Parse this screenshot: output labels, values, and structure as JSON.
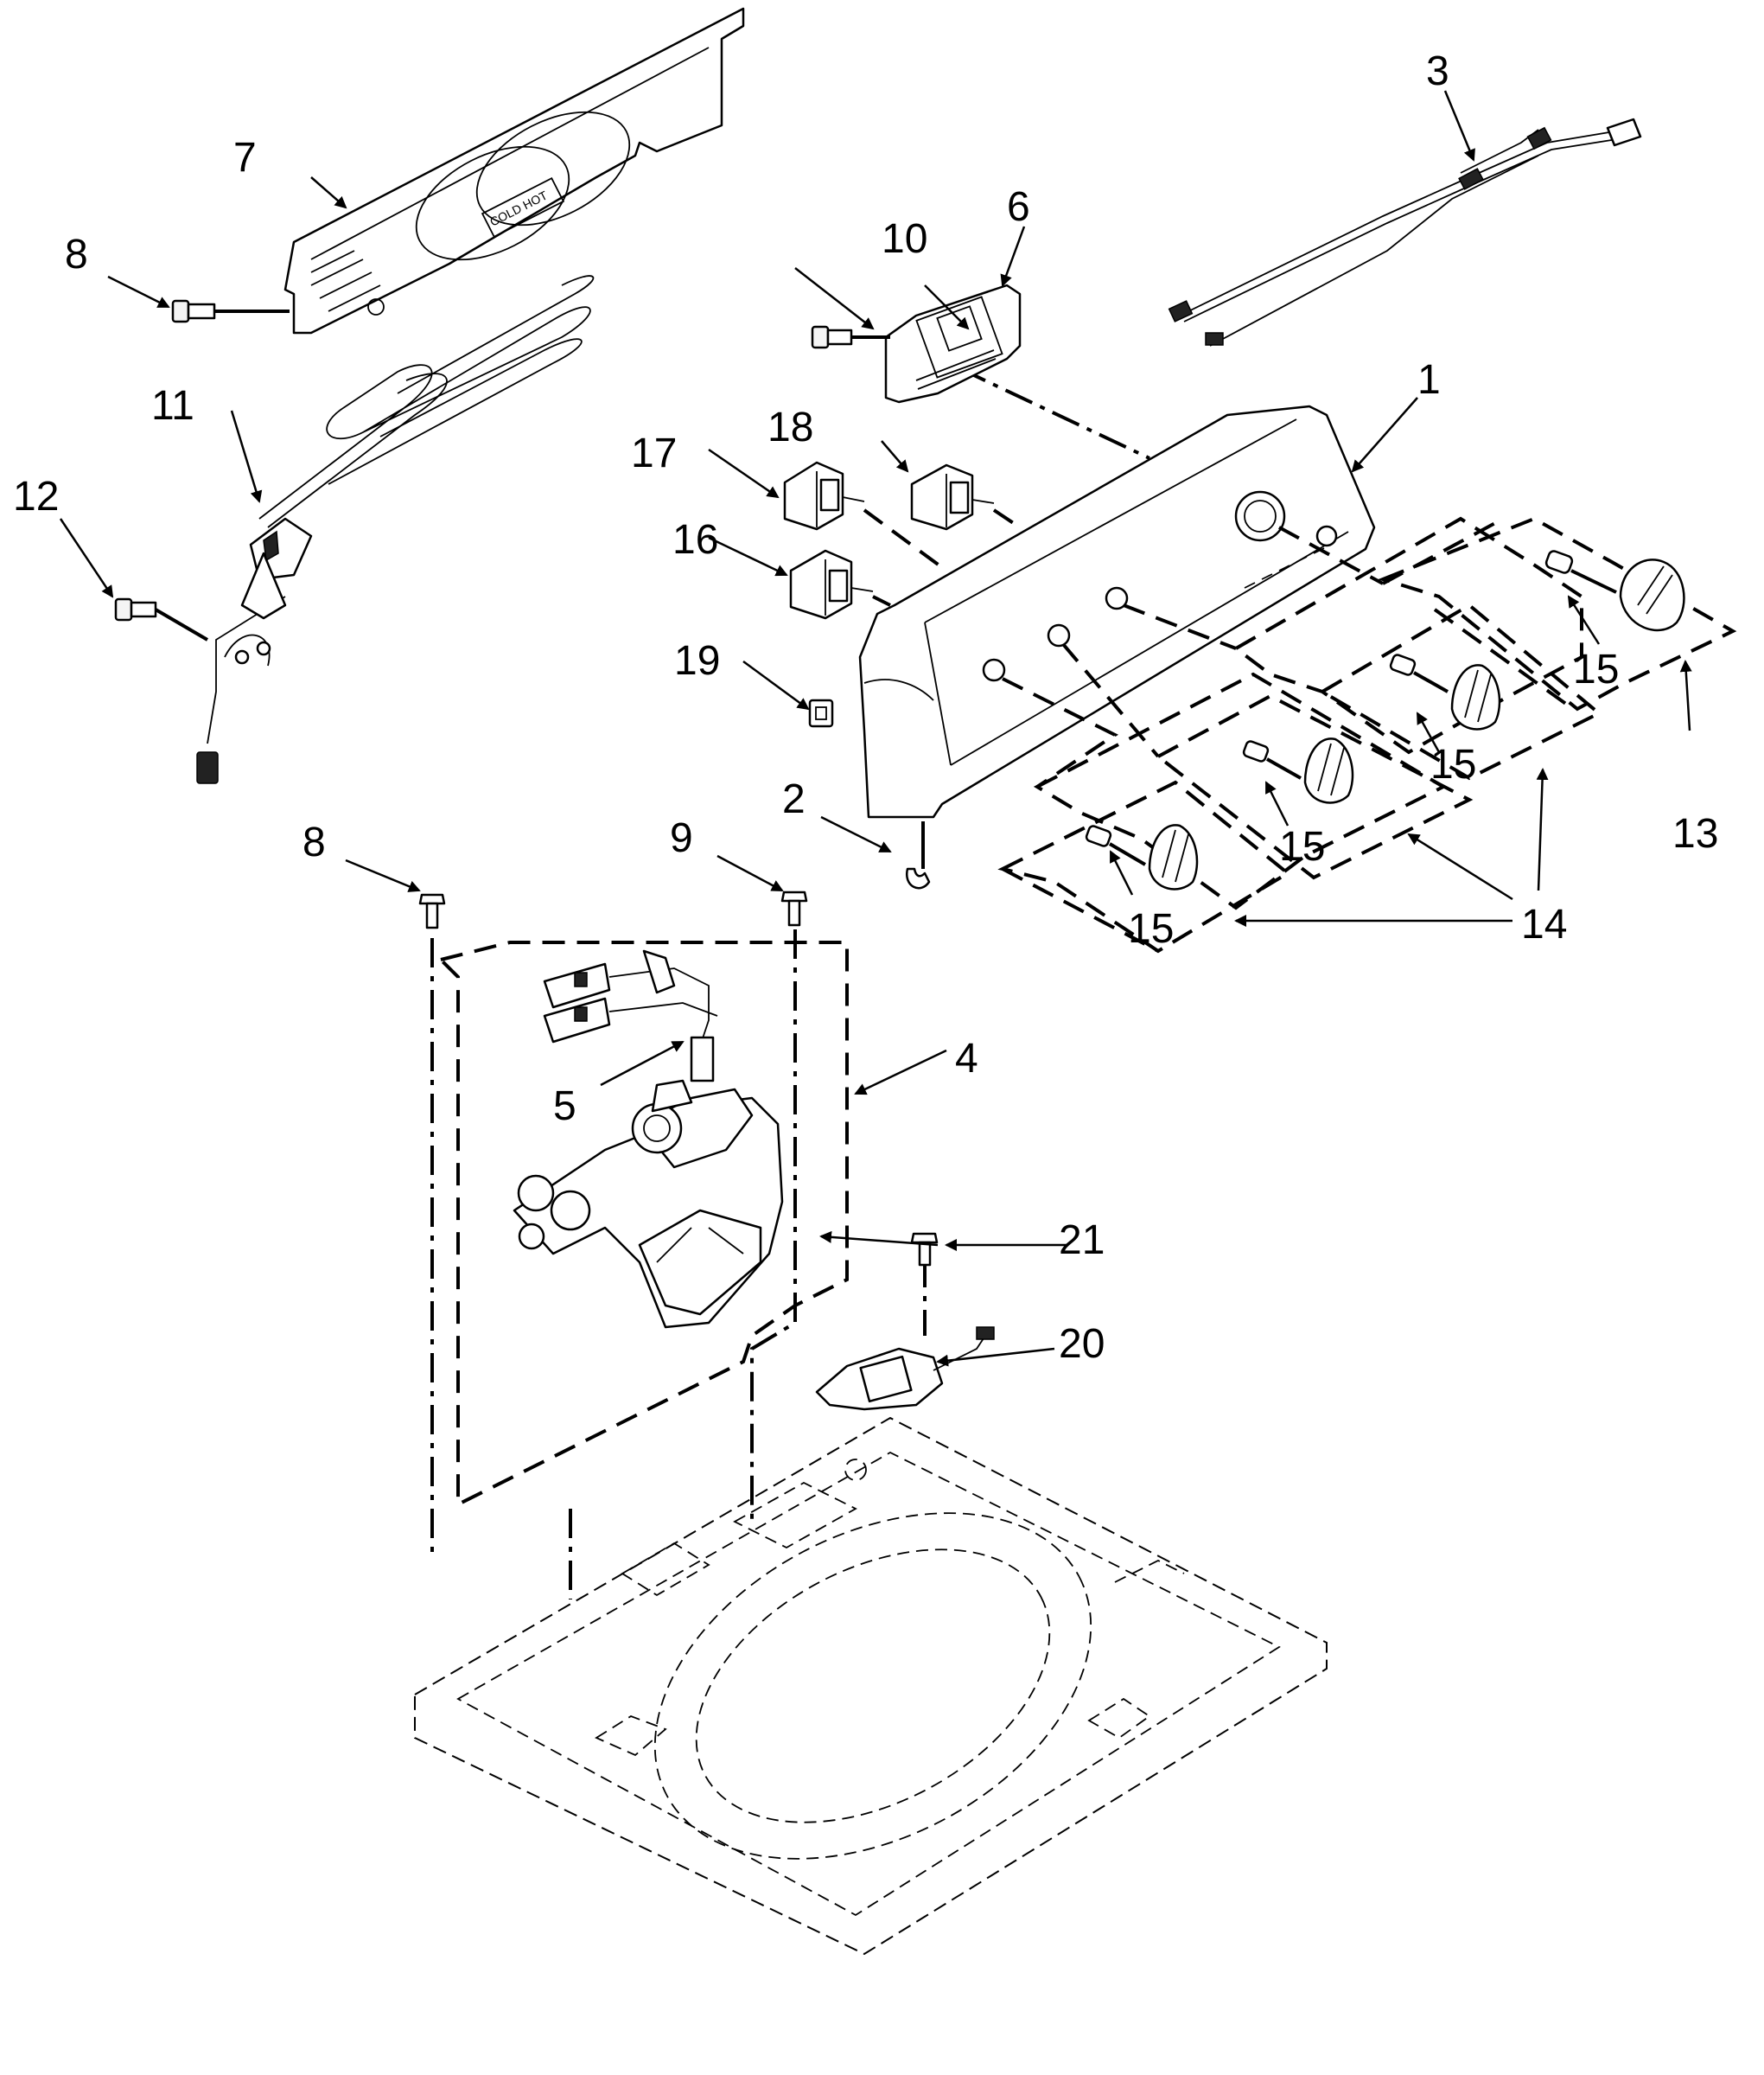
{
  "diagram": {
    "type": "exploded-parts-view",
    "callouts": [
      {
        "id": "c1",
        "label": "1"
      },
      {
        "id": "c2",
        "label": "2"
      },
      {
        "id": "c3",
        "label": "3"
      },
      {
        "id": "c4",
        "label": "4"
      },
      {
        "id": "c5",
        "label": "5"
      },
      {
        "id": "c6",
        "label": "6"
      },
      {
        "id": "c7",
        "label": "7"
      },
      {
        "id": "c8a",
        "label": "8"
      },
      {
        "id": "c8b",
        "label": "8"
      },
      {
        "id": "c9",
        "label": "9"
      },
      {
        "id": "c10",
        "label": "10"
      },
      {
        "id": "c11",
        "label": "11"
      },
      {
        "id": "c12",
        "label": "12"
      },
      {
        "id": "c13",
        "label": "13"
      },
      {
        "id": "c14",
        "label": "14"
      },
      {
        "id": "c15a",
        "label": "15"
      },
      {
        "id": "c15b",
        "label": "15"
      },
      {
        "id": "c15c",
        "label": "15"
      },
      {
        "id": "c15d",
        "label": "15"
      },
      {
        "id": "c16",
        "label": "16"
      },
      {
        "id": "c17",
        "label": "17"
      },
      {
        "id": "c18",
        "label": "18"
      },
      {
        "id": "c19",
        "label": "19"
      },
      {
        "id": "c20",
        "label": "20"
      },
      {
        "id": "c21",
        "label": "21"
      }
    ],
    "panel_marking": "COLD HOT"
  }
}
